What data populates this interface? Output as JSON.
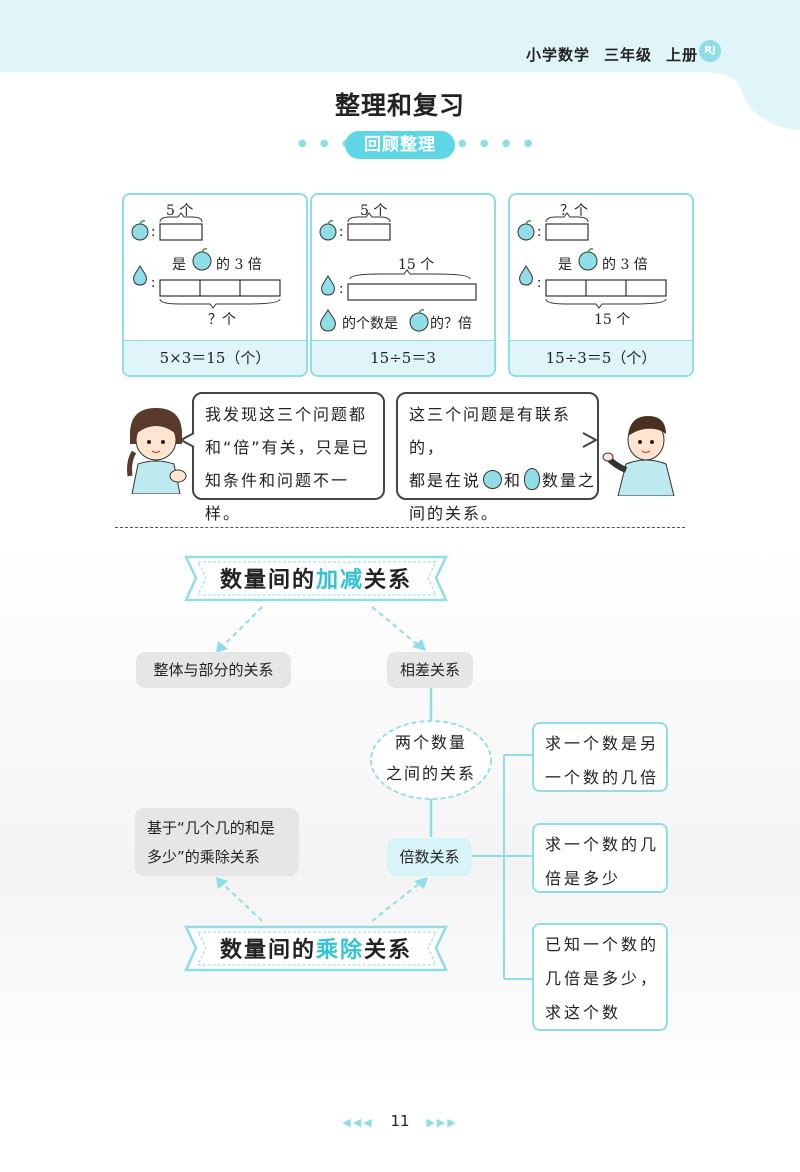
{
  "header": {
    "subject": "小学数学",
    "grade": "三年级",
    "volume": "上册",
    "edition_badge": "RJ"
  },
  "page_title": "整理和复习",
  "section_label": "回顾整理",
  "cards": [
    {
      "top_count": "5 个",
      "relation": "是",
      "times": "的 3 倍",
      "bottom_label": "？个",
      "formula": "5×3＝15（个）"
    },
    {
      "top_count": "5 个",
      "mid_count": "15 个",
      "question_a": "的个数是",
      "question_b": "的？倍",
      "formula": "15÷5＝3"
    },
    {
      "top_count": "？个",
      "relation": "是",
      "times": "的 3 倍",
      "bottom_label": "15 个",
      "formula": "15÷3＝5（个）"
    }
  ],
  "speech": {
    "girl": [
      "我发现这三个问题都",
      "和“倍”有关，只是已",
      "知条件和问题不一样。"
    ],
    "boy": {
      "line1": "这三个问题是有联系的，",
      "line2_a": "都是在说",
      "line2_b": "和",
      "line2_c": "数量之",
      "line3": "间的关系。"
    }
  },
  "mindmap": {
    "add_sub": {
      "pre": "数量间的",
      "hl": "加减",
      "post": "关系"
    },
    "mul_div": {
      "pre": "数量间的",
      "hl1": "乘",
      "hl2": "除",
      "post": "关系"
    },
    "whole_part": "整体与部分的关系",
    "difference": "相差关系",
    "center": [
      "两个数量",
      "之间的关系"
    ],
    "multiple": "倍数关系",
    "sum_of": [
      "基于“几个几的和是",
      "多少”的乘除关系"
    ],
    "types": [
      [
        "求一个数是另",
        "一个数的几倍"
      ],
      [
        "求一个数的几",
        "倍是多少"
      ],
      [
        "已知一个数的",
        "几倍是多少，",
        "求这个数"
      ]
    ]
  },
  "page_number": "11",
  "colors": {
    "accent": "#5fd6e4",
    "light_accent": "#8fdde6",
    "panel": "#dff5f8"
  }
}
